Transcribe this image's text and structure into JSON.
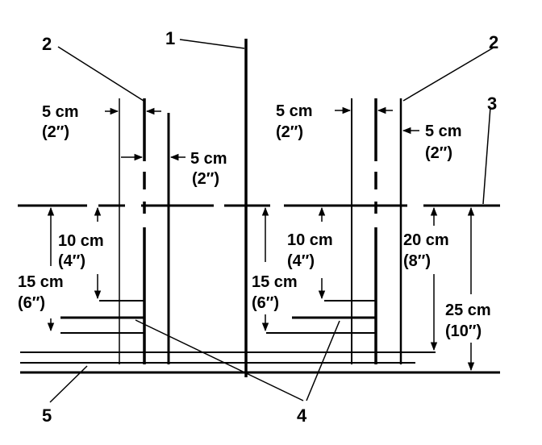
{
  "callouts": {
    "c1": "1",
    "c2_left": "2",
    "c2_right": "2",
    "c3": "3",
    "c4": "4",
    "c5": "5"
  },
  "dimensions": {
    "left_spacing_a_metric": "5 cm",
    "left_spacing_a_imperial": "(2″)",
    "left_spacing_b_metric": "5 cm",
    "left_spacing_b_imperial": "(2″)",
    "right_spacing_a_metric": "5 cm",
    "right_spacing_a_imperial": "(2″)",
    "right_spacing_b_metric": "5 cm",
    "right_spacing_b_imperial": "(2″)",
    "left_depth_short_metric": "10 cm",
    "left_depth_short_imperial": "(4″)",
    "left_depth_long_metric": "15 cm",
    "left_depth_long_imperial": "(6″)",
    "right_depth_short_metric": "10 cm",
    "right_depth_short_imperial": "(4″)",
    "right_depth_long_metric": "15 cm",
    "right_depth_long_imperial": "(6″)",
    "depth_20_metric": "20 cm",
    "depth_20_imperial": "(8″)",
    "depth_25_metric": "25 cm",
    "depth_25_imperial": "(10″)"
  }
}
